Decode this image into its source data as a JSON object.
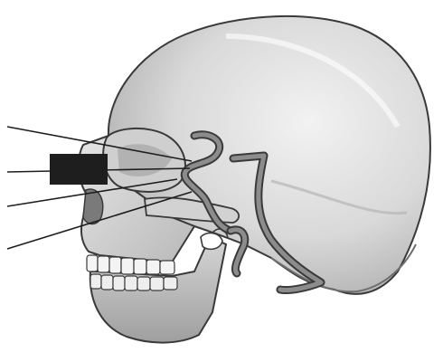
{
  "figure": {
    "subject": "skull-lateral-view-with-sinus-channels",
    "palette": {
      "background": "#ffffff",
      "bone_light": "#e9e9e9",
      "bone_mid": "#c9c9c9",
      "bone_dark": "#9a9a9a",
      "outline": "#3a3a3a",
      "channel_fill": "#8c8c8c",
      "redaction_box": "#1e1e1e"
    },
    "leader_lines": [
      {
        "id": "line-1",
        "label": ""
      },
      {
        "id": "line-2",
        "label": ""
      },
      {
        "id": "line-3",
        "label": ""
      },
      {
        "id": "line-4",
        "label": ""
      }
    ],
    "redaction": {
      "present": true
    }
  }
}
